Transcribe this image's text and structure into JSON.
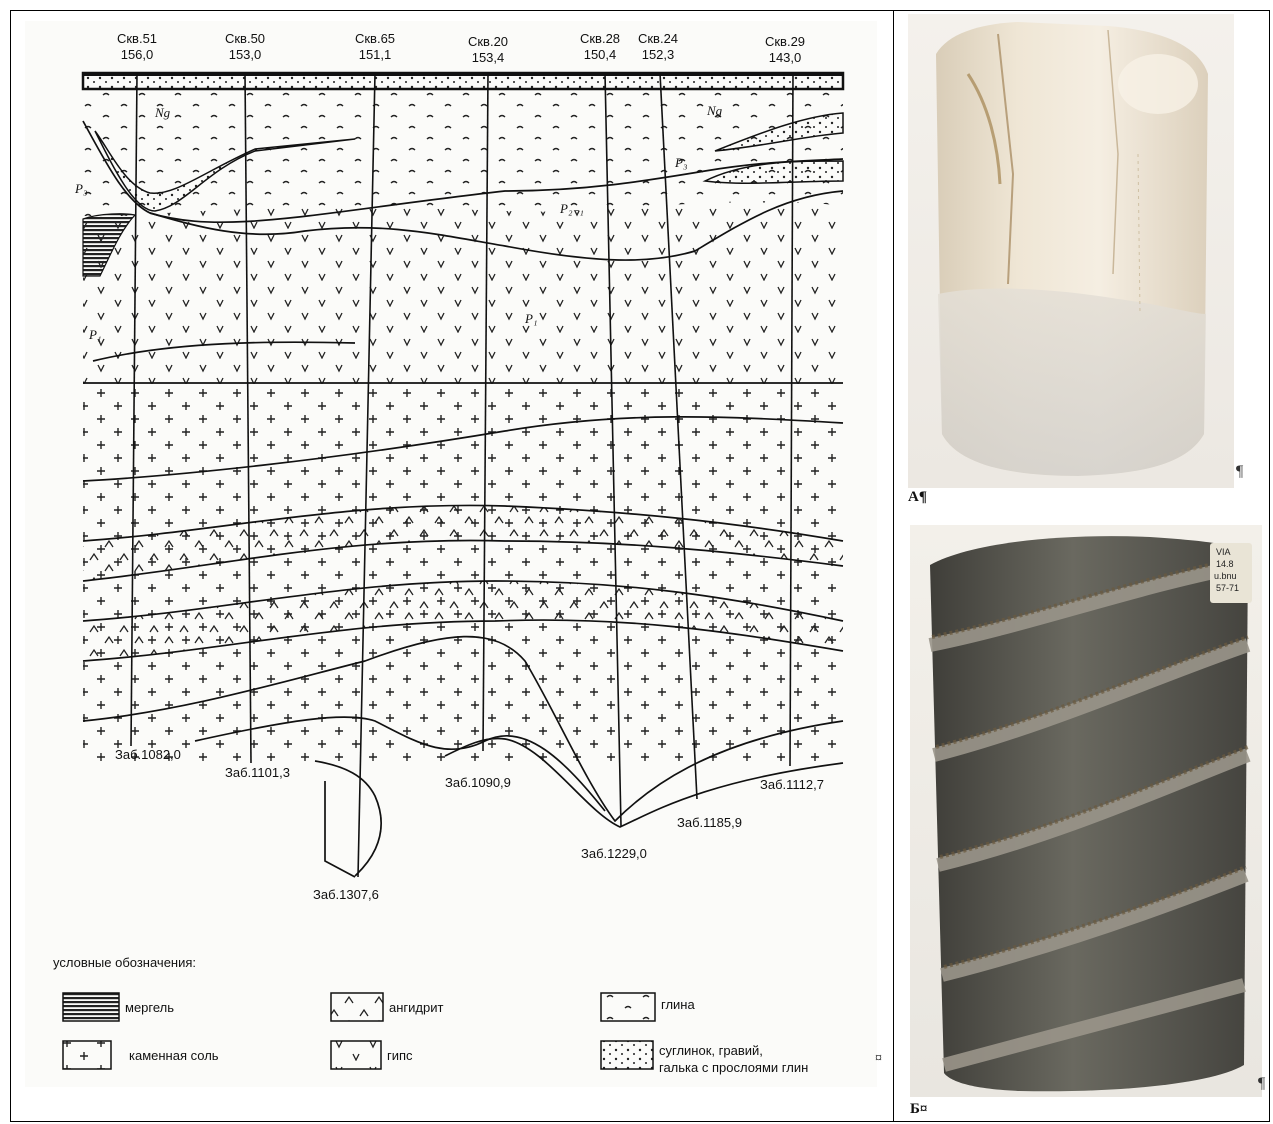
{
  "wells": [
    {
      "name": "Скв.51",
      "elevation": "156,0",
      "bottom": "Заб.1082,0"
    },
    {
      "name": "Скв.50",
      "elevation": "153,0",
      "bottom": "Заб.1101,3"
    },
    {
      "name": "Скв.65",
      "elevation": "151,1",
      "bottom": "Заб.1307,6"
    },
    {
      "name": "Скв.20",
      "elevation": "153,4",
      "bottom": "Заб.1090,9"
    },
    {
      "name": "Скв.28",
      "elevation": "150,4",
      "bottom": "Заб.1229,0"
    },
    {
      "name": "Скв.24",
      "elevation": "152,3",
      "bottom": "Заб.1185,9"
    },
    {
      "name": "Скв.29",
      "elevation": "143,0",
      "bottom": "Заб.1112,7"
    }
  ],
  "strata_labels": {
    "ng_left": "Ng",
    "ng_right": "Ng",
    "p3_left": "P₃",
    "p3_right": "P₃",
    "p2_mid": "P₂₋₁",
    "p1_left": "P₁",
    "p1_mid": "P₁"
  },
  "legend": {
    "title": "условные обозначения:",
    "items": [
      {
        "key": "marl",
        "label": "мергель"
      },
      {
        "key": "anhydrite",
        "label": "ангидрит"
      },
      {
        "key": "clay",
        "label": "глина"
      },
      {
        "key": "rock_salt",
        "label": "каменная соль"
      },
      {
        "key": "gypsum",
        "label": "гипс"
      },
      {
        "key": "loam_line1",
        "label": "суглинок, гравий,"
      },
      {
        "key": "loam_line2",
        "label": "галька с прослоями глин"
      }
    ]
  },
  "cell_end_mark": "¤",
  "photos": {
    "a_caption": "А¶",
    "a_pilcrow": "¶",
    "b_caption": "Б¤",
    "b_pilcrow": "¶",
    "b_sample_label": [
      "VIA",
      "14.8",
      "u.bnu",
      "57-71"
    ]
  },
  "colors": {
    "ink": "#1a1a1a",
    "paper": "#fbfbf9",
    "crystal": "#e6dccb",
    "core_dark": "#4b4b45"
  }
}
